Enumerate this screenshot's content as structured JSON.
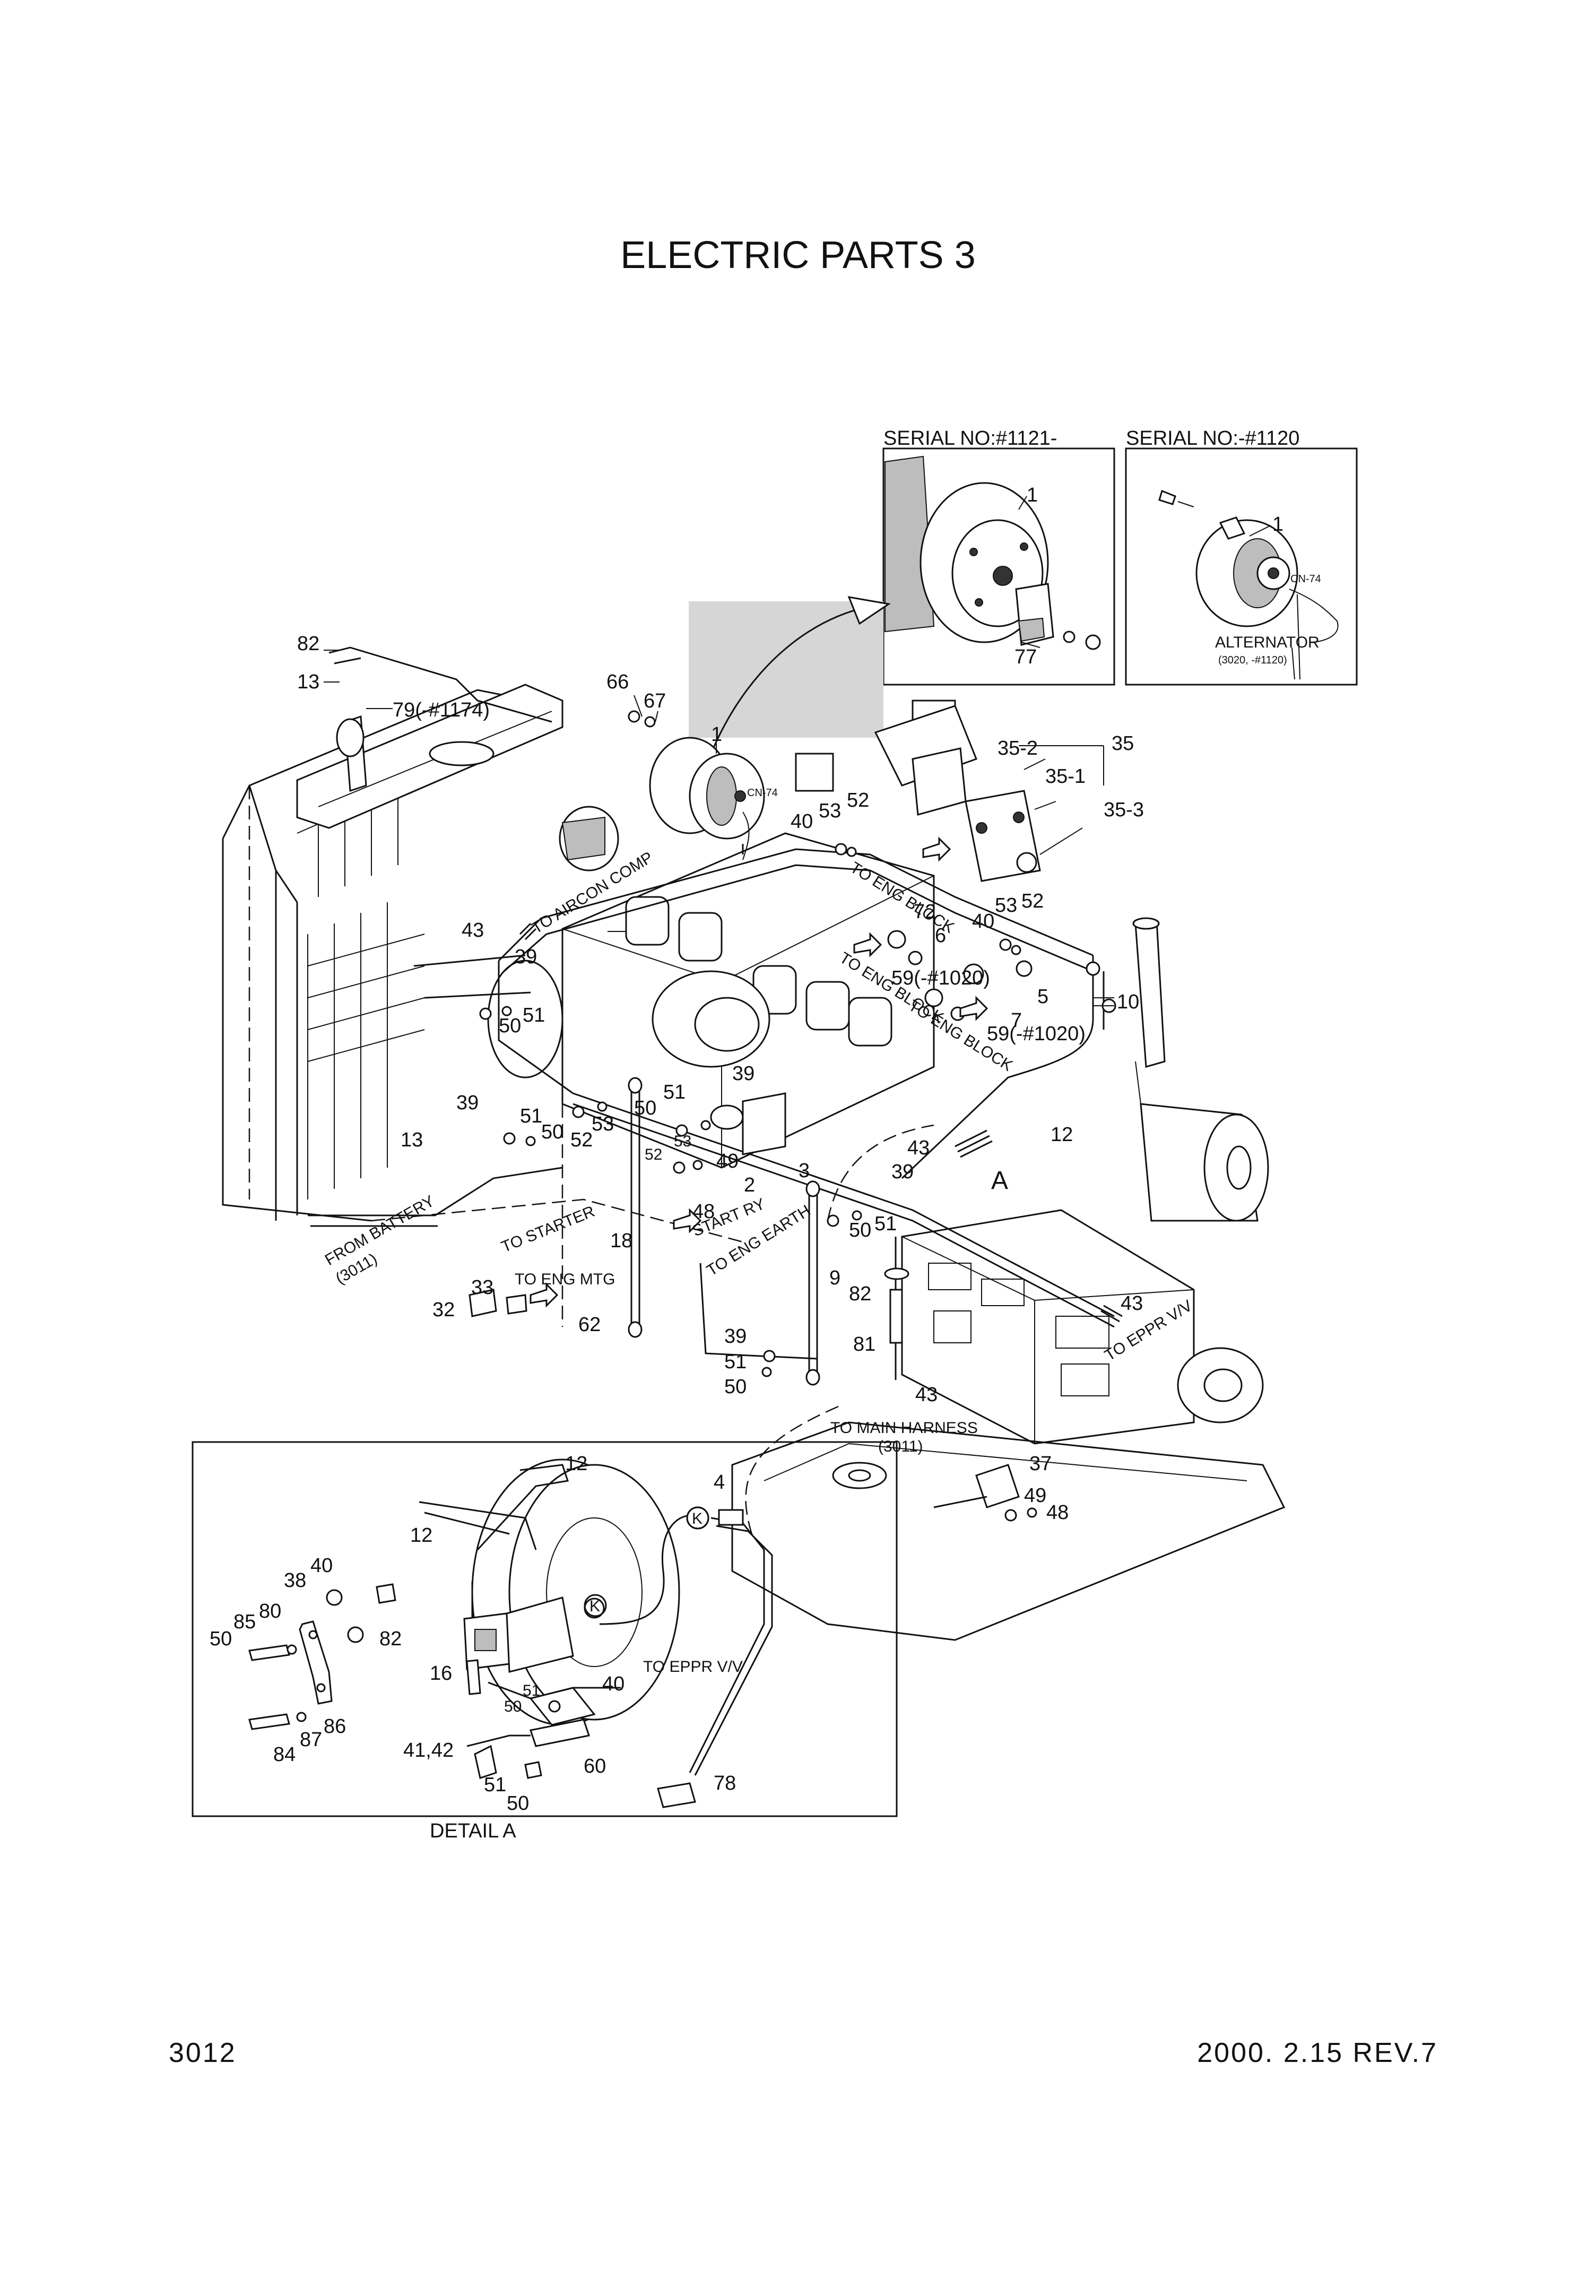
{
  "title": "ELECTRIC PARTS 3",
  "page_number": "3012",
  "revision": "2000. 2.15  REV.7",
  "inset_new": {
    "header": "SERIAL NO:#1121-",
    "callouts": [
      "1",
      "77"
    ]
  },
  "inset_old": {
    "header": "SERIAL NO:-#1120",
    "callouts": [
      "1"
    ],
    "connector": "CN-74",
    "alt_name": "ALTERNATOR",
    "alt_range": "(3020, -#1120)"
  },
  "annotations": {
    "to_aircon_comp": "TO AIRCON COMP",
    "to_eng_block_1": "TO ENG BLOCK",
    "to_eng_block_2": "TO ENG BLOCK",
    "to_eng_block_3": "TO ENG BLOCK",
    "from_battery": "FROM BATTERY",
    "from_battery_ref": "(3011)",
    "to_starter": "TO STARTER",
    "start_ry": "START RY",
    "to_eng_earth": "TO ENG EARTH",
    "to_eng_mtg": "TO ENG MTG",
    "to_main_harness": "TO MAIN HARNESS",
    "to_main_harness_ref": "(3011)",
    "to_eppr_vv": "TO EPPR V/V",
    "cn74": "CN-74",
    "marker_a": "A"
  },
  "detail": {
    "caption": "DETAIL  A",
    "to_eppr_vv": "TO EPPR V/V",
    "k_marker_1": "K",
    "k_marker_2": "K"
  },
  "callouts": {
    "c82_top": "82",
    "c13_top": "13",
    "c79": "79(-#1174)",
    "c66": "66",
    "c67": "67",
    "c1_main": "1",
    "c35": "35",
    "c35_2": "35-2",
    "c35_1": "35-1",
    "c35_3": "35-3",
    "c40_a": "40",
    "c53_a": "53",
    "c52_a": "52",
    "c53_b": "53",
    "c52_b": "52",
    "c40_b": "40",
    "c72": "72",
    "c6": "6",
    "c59_a": "59(-#1020)",
    "c5": "5",
    "c7": "7",
    "c59_b": "59(-#1020)",
    "c10": "10",
    "c43_a": "43",
    "c39_a": "39",
    "c50_a": "50",
    "c51_a": "51",
    "c39_b": "39",
    "c51_b": "51",
    "c50_b": "50",
    "c52_c": "52",
    "c53_c": "53",
    "c13_mid": "13",
    "c39_c": "39",
    "c50_c": "50",
    "c51_c": "51",
    "c52_d": "52",
    "c53_d": "53",
    "c49_a": "49",
    "c2": "2",
    "c48_a": "48",
    "c3": "3",
    "c43_b": "43",
    "c39_d": "39",
    "c12_a": "12",
    "c50_d": "50",
    "c51_d": "51",
    "c18": "18",
    "c33": "33",
    "c32": "32",
    "c62": "62",
    "c9": "9",
    "c82_mid": "82",
    "c81": "81",
    "c39_e": "39",
    "c51_e": "51",
    "c50_e": "50",
    "c43_c": "43",
    "c43_d": "43",
    "c37": "37",
    "c49_b": "49",
    "c48_b": "48"
  },
  "detail_callouts": {
    "d12_a": "12",
    "d12_b": "12",
    "d4": "4",
    "d40_a": "40",
    "d38": "38",
    "d85": "85",
    "d80": "80",
    "d82": "82",
    "d50_a": "50",
    "d16": "16",
    "d51_a": "51",
    "d50_b": "50",
    "d40_b": "40",
    "d86": "86",
    "d87": "87",
    "d84": "84",
    "d41_42": "41,42",
    "d60": "60",
    "d51_b": "51",
    "d50_c": "50",
    "d78": "78"
  }
}
